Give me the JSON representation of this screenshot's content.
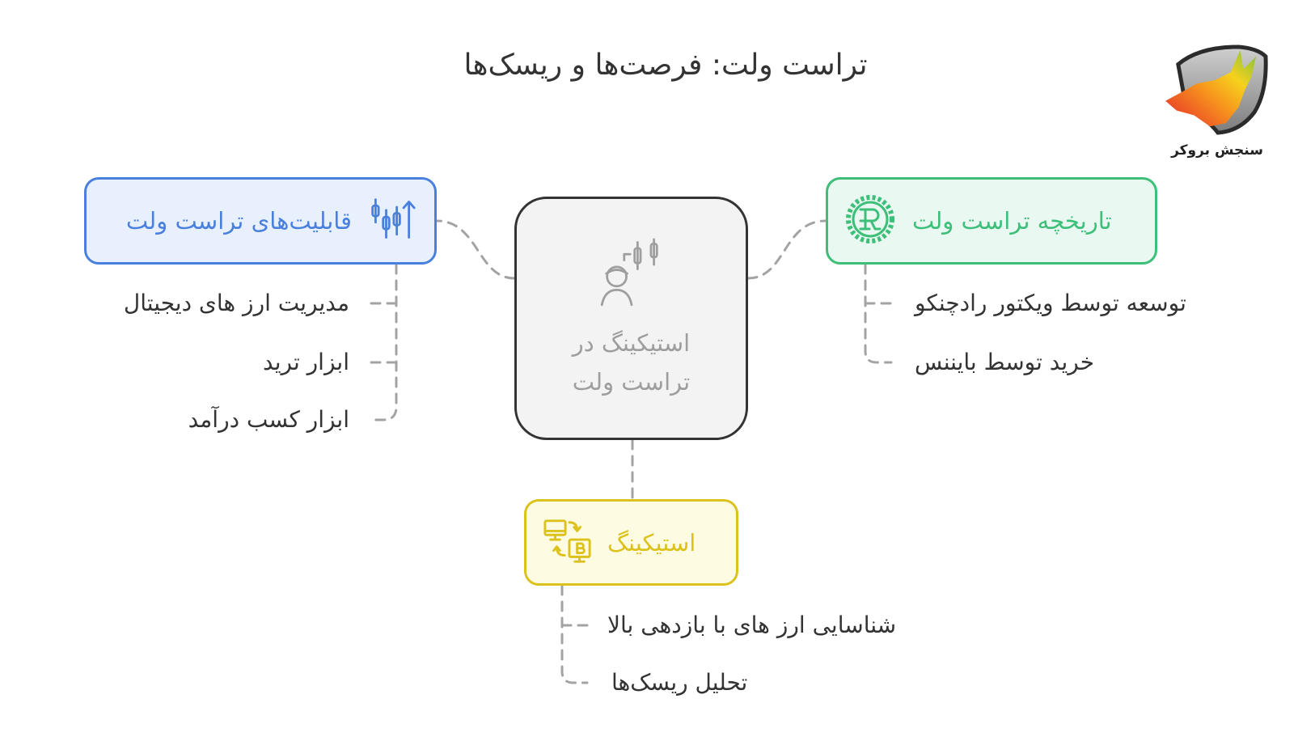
{
  "title": "تراست ولت: فرصت‌ها و ریسک‌ها",
  "logo": {
    "text": "سنجش بروکر",
    "icon": "shield-bull-logo"
  },
  "colors": {
    "blue": "#4a80dd",
    "blue_bg": "#e8f0fd",
    "green": "#3dbf7a",
    "green_bg": "#e9f8f0",
    "yellow": "#dcc21c",
    "yellow_bg": "#fdfbe1",
    "center_border": "#333333",
    "center_bg": "#f3f3f3",
    "center_text": "#9e9e9e",
    "connector": "#a3a3a3",
    "text": "#333333"
  },
  "center": {
    "line1": "استیکینگ در",
    "line2": "تراست ولت",
    "icon": "person-candlestick-icon"
  },
  "left": {
    "label": "قابلیت‌های تراست ولت",
    "icon": "candlestick-chart-icon",
    "children": [
      {
        "label": "مدیریت ارز های دیجیتال"
      },
      {
        "label": "ابزار ترید"
      },
      {
        "label": "ابزار کسب درآمد"
      }
    ]
  },
  "right": {
    "label": "تاریخچه تراست ولت",
    "icon": "gear-r-icon",
    "children": [
      {
        "label": "توسعه توسط ویکتور رادچنکو"
      },
      {
        "label": "خرید توسط بایننس"
      }
    ]
  },
  "bottom": {
    "label": "استیکینگ",
    "icon": "computer-bitcoin-icon",
    "children": [
      {
        "label": "شناسایی ارز های با بازدهی بالا"
      },
      {
        "label": "تحلیل ریسک‌ها"
      }
    ]
  }
}
